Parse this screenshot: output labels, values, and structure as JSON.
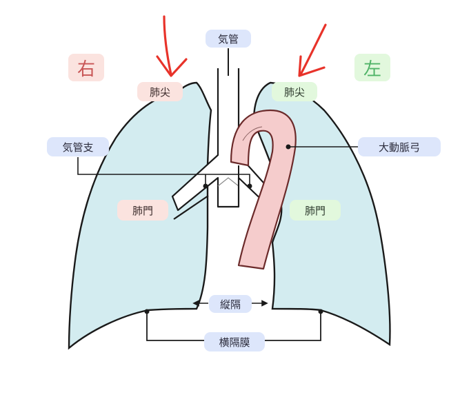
{
  "labels": {
    "right_side": "右",
    "left_side": "左",
    "trachea": "気管",
    "apex_right": "肺尖",
    "apex_left": "肺尖",
    "bronchus": "気管支",
    "aortic_arch": "大動脈弓",
    "hilum_right": "肺門",
    "hilum_left": "肺門",
    "mediastinum": "縦隔",
    "diaphragm": "横隔膜"
  },
  "colors": {
    "lung_fill": "#d3ecf0",
    "aorta_fill": "#f5cccc",
    "annotation_arrow": "#e8332a",
    "outline": "#1a1a1a"
  },
  "icons": {
    "apex_marker": "red-arrow-down-left"
  }
}
